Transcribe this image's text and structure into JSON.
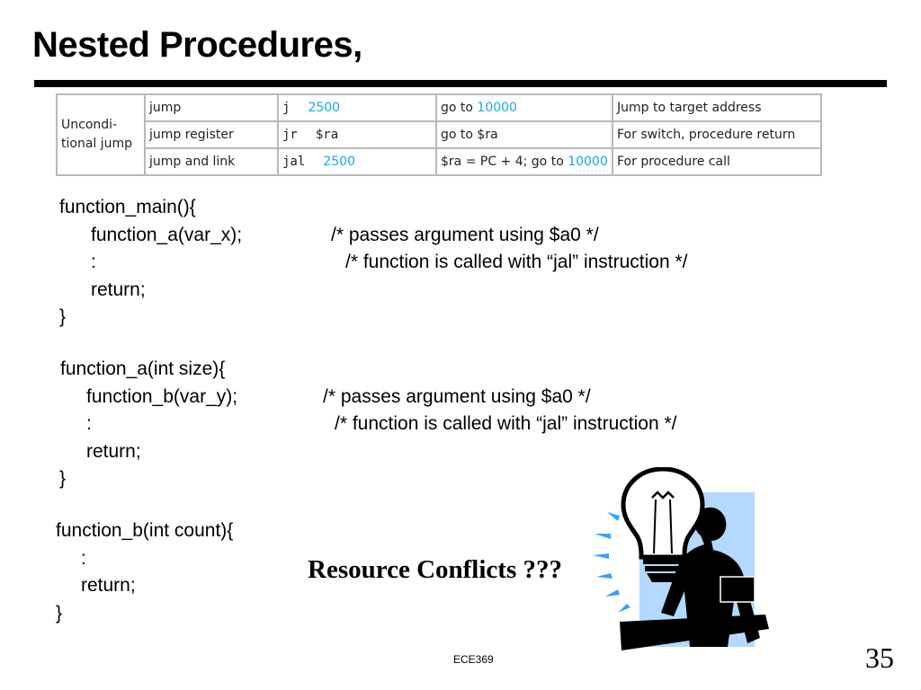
{
  "slide": {
    "title": "Nested Procedures,",
    "footer": "ECE369",
    "page_number": "35"
  },
  "instruction_table": {
    "category": "Uncondi-tional jump",
    "category_lines": [
      "Uncondi-",
      "tional jump"
    ],
    "rows": [
      {
        "name": "jump",
        "op": "j",
        "arg": "2500",
        "meaning_pre": "go to ",
        "meaning_num": "10000",
        "meaning_post": "",
        "comment": "Jump to target address"
      },
      {
        "name": "jump register",
        "op": "jr",
        "arg": "$ra",
        "meaning_pre": "go to $ra",
        "meaning_num": "",
        "meaning_post": "",
        "comment": "For switch, procedure return"
      },
      {
        "name": "jump and link",
        "op": "jal",
        "arg": "2500",
        "meaning_pre": "$ra = PC + 4; go to ",
        "meaning_num": "10000",
        "meaning_post": "",
        "comment": "For procedure call"
      }
    ]
  },
  "code_blocks": [
    {
      "lines": [
        {
          "code": "function_main(){",
          "comment": ""
        },
        {
          "code": "function_a(var_x);",
          "comment": "/* passes argument using $a0 */"
        },
        {
          "code": ":",
          "comment": "/* function is called with “jal” instruction */"
        },
        {
          "code": "return;",
          "comment": ""
        },
        {
          "code": "}",
          "comment": ""
        }
      ]
    },
    {
      "lines": [
        {
          "code": "function_a(int size){",
          "comment": ""
        },
        {
          "code": "function_b(var_y);",
          "comment": "/* passes argument using $a0 */"
        },
        {
          "code": ":",
          "comment": "/* function is called with “jal” instruction */"
        },
        {
          "code": "return;",
          "comment": ""
        },
        {
          "code": "}",
          "comment": ""
        }
      ]
    },
    {
      "lines": [
        {
          "code": "function_b(int count){",
          "comment": ""
        },
        {
          "code": ":",
          "comment": ""
        },
        {
          "code": "return;",
          "comment": ""
        },
        {
          "code": "}",
          "comment": ""
        }
      ]
    }
  ],
  "callout": "Resource Conflicts ???",
  "illustration": {
    "icon": "lightbulb-idea-person-icon",
    "colors": {
      "panel": "#b3d9ff",
      "rays": "#3aa0ff",
      "ink": "#000000"
    }
  }
}
